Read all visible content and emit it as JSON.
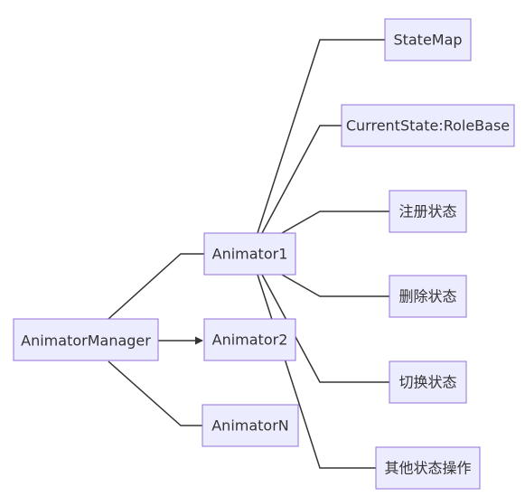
{
  "nodes": {
    "manager": "AnimatorManager",
    "animator1": "Animator1",
    "animator2": "Animator2",
    "animatorN": "AnimatorN",
    "state_map": "StateMap",
    "current_state": "CurrentState:RoleBase",
    "register_state": "注册状态",
    "delete_state": "删除状态",
    "switch_state": "切换状态",
    "other_ops": "其他状态操作"
  },
  "colors": {
    "node_fill": "#ECECFF",
    "node_border": "#9370DB",
    "edge": "#333333",
    "text": "#333333"
  }
}
